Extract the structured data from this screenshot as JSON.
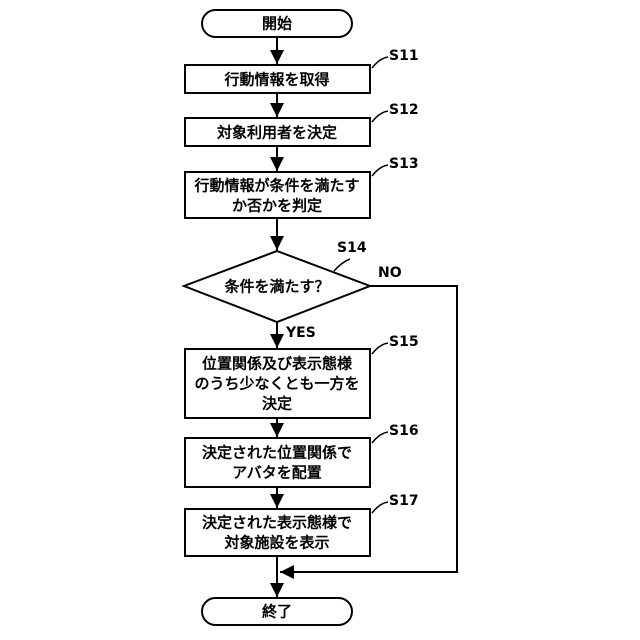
{
  "start": "開始",
  "end": "終了",
  "steps": [
    {
      "id": "S11",
      "lines": [
        "行動情報を取得"
      ]
    },
    {
      "id": "S12",
      "lines": [
        "対象利用者を決定"
      ]
    },
    {
      "id": "S13",
      "lines": [
        "行動情報が条件を満たす",
        "か否かを判定"
      ]
    },
    {
      "id": "S15",
      "lines": [
        "位置関係及び表示態様",
        "のうち少なくとも一方を",
        "決定"
      ]
    },
    {
      "id": "S16",
      "lines": [
        "決定された位置関係で",
        "アバタを配置"
      ]
    },
    {
      "id": "S17",
      "lines": [
        "決定された表示態様で",
        "対象施設を表示"
      ]
    }
  ],
  "decision": {
    "id": "S14",
    "text": "条件を満たす？",
    "yes": "YES",
    "no": "NO"
  }
}
